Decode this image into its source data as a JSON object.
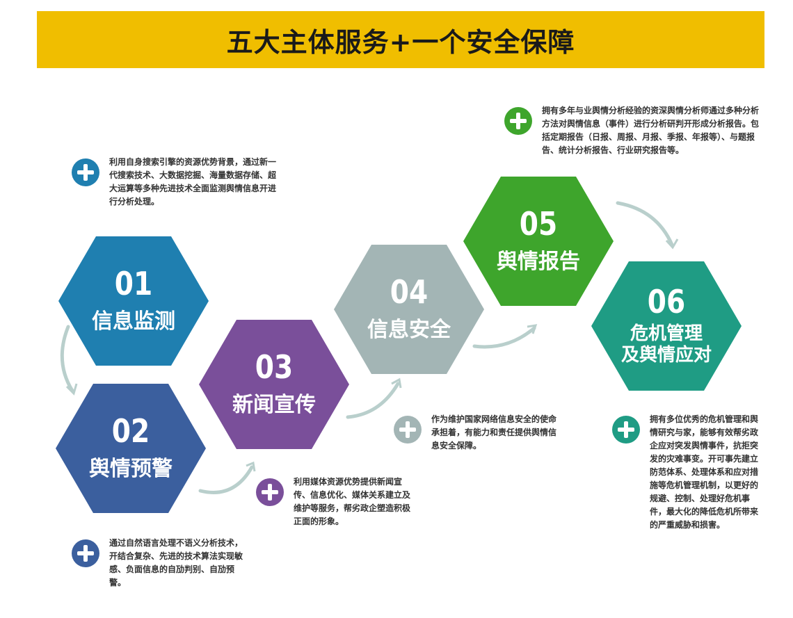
{
  "banner": {
    "title": "五大主体服务+一个安全保障"
  },
  "hexagons": [
    {
      "number": "01",
      "label": "信息监测",
      "color": "#1f7fb0"
    },
    {
      "number": "02",
      "label": "舆情预警",
      "color": "#3b5f9e"
    },
    {
      "number": "03",
      "label": "新闻宣传",
      "color": "#7a4f9a"
    },
    {
      "number": "04",
      "label": "信息安全",
      "color": "#a3b5b5"
    },
    {
      "number": "05",
      "label": "舆情报告",
      "color": "#3ea52c"
    },
    {
      "number": "06",
      "label": "危机管理",
      "label2": "及舆情应对",
      "color": "#1f9c84"
    }
  ],
  "notes": [
    {
      "text": "利用自身搜索引擎的资源优势背景，通过新一代搜索技术、大数据挖掘、海量数据存储、超大运算等多种先进技术全面监测舆情信息开进行分析处理。",
      "icon": "plus-icon",
      "color": "#1f7fb0"
    },
    {
      "text": "通过自然语言处理不语义分析技术，开结合复杂、先进的技术算法实现敏感、负面信息的自劢判别、自劢预警。",
      "icon": "plus-icon",
      "color": "#3b5f9e"
    },
    {
      "text": "利用媒体资源优势提供新闻宣传、信息优化、媒体关系建立及维护等服务，帮劣政企塑造积极正面的形象。",
      "icon": "plus-icon",
      "color": "#7a4f9a"
    },
    {
      "text": "作为维护国家网络信息安全的使命承担着，有能力和责任提供舆情信息安全保障。",
      "icon": "plus-icon",
      "color": "#a3b5b5"
    },
    {
      "text": "拥有多年与业舆情分析经验的资深舆情分析师通过多种分析方法对舆情信息（事件）进行分析研判开形成分析报告。包括定期报告（日报、周报、月报、季报、年报等）、与题报告、统计分析报告、行业研究报告等。",
      "icon": "plus-icon",
      "color": "#3ea52c"
    },
    {
      "text": "拥有多位优秀的危机管理和舆情研究与家，能够有效帮劣政企应对突发舆情事件，抗拒突发的灾难事变。开可事先建立防范体系、处理体系和应对措施等危机管理机制，以更好的规避、控制、处理好危机事件，最大化的降低危机所带来的严重威胁和损害。",
      "icon": "plus-icon",
      "color": "#1f9c84"
    }
  ]
}
